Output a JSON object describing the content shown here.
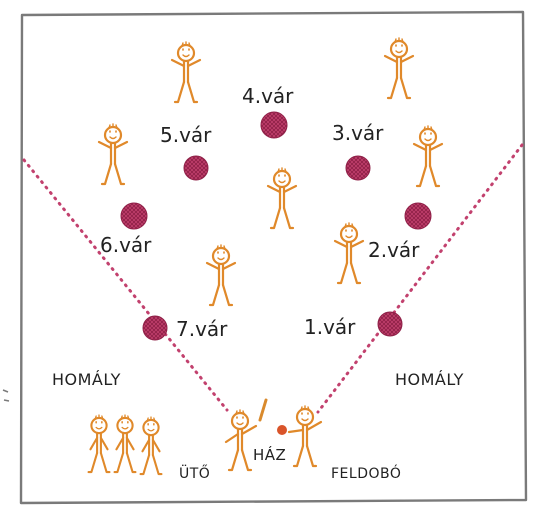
{
  "field": {
    "bases": [
      {
        "label": "1.vár"
      },
      {
        "label": "2.vár"
      },
      {
        "label": "3.vár"
      },
      {
        "label": "4.vár"
      },
      {
        "label": "5.vár"
      },
      {
        "label": "6.vár"
      },
      {
        "label": "7.vár"
      }
    ],
    "zones": {
      "left_label": "HOMÁLY",
      "right_label": "HOMÁLY",
      "home_label": "HÁZ"
    },
    "roles": {
      "batter_label": "ÜTŐ",
      "pitcher_label": "FELDOBÓ"
    }
  },
  "colors": {
    "frame": "#7a7a7a",
    "figure": "#e0892a",
    "figure_hair": "#c8791e",
    "base_fill": "#c2416e",
    "base_dark": "#8f2047",
    "foul_line": "#c2416e",
    "ball": "#d9542a",
    "bat": "#d98a2d"
  }
}
